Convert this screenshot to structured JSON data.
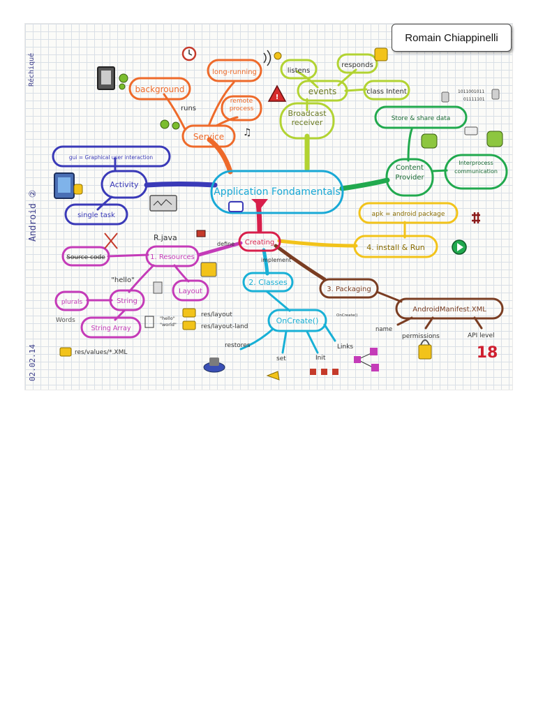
{
  "author": "Romain Chiappinelli",
  "margin": {
    "top_label": "Réchiqué",
    "middle_label": "Android ②",
    "date": "02.02.14"
  },
  "center": {
    "label": "Application Fondamentals"
  },
  "service": {
    "label": "Service",
    "background": "background",
    "runs": "runs",
    "long_running": "long-running",
    "remote_process": "remote process"
  },
  "broadcast": {
    "label": "Broadcast receiver",
    "events": "events",
    "listens": "listens",
    "responds": "responds",
    "class_intent": "class Intent"
  },
  "content_provider": {
    "label": "Content Provider",
    "store_share": "Store & share data",
    "interprocess": "Interprocess communication",
    "binary_1": "1011001011",
    "binary_2": "01111101"
  },
  "activity": {
    "label": "Activity",
    "gui": "gui = Graphical user interaction",
    "single_task": "single task"
  },
  "creating": {
    "label": "Creating",
    "define": "define",
    "implement": "implement",
    "resources": "1. Resources",
    "classes": "2. Classes",
    "packaging": "3. Packaging",
    "install_run": "4. install & Run",
    "apk": "apk = android package"
  },
  "resources": {
    "rjava": "R.java",
    "source_code": "Source code",
    "hello": "\"hello\"",
    "string": "String",
    "layout": "Layout",
    "plurals": "plurals",
    "words": "Words",
    "string_array": "String Array",
    "hello_mini": "\"hello\"",
    "world_mini": "\"world\"",
    "res_layout": "res/layout",
    "res_layout_land": "res/layout-land",
    "res_values": "res/values/*.XML"
  },
  "classes": {
    "oncreate": "OnCreate()",
    "oncreate_small": "OnCreate()",
    "restores": "restores",
    "set": "set",
    "init": "Init",
    "links": "Links"
  },
  "packaging": {
    "manifest": "AndroidManifest.XML",
    "name": "name",
    "permissions": "permissions",
    "api_level": "API level",
    "api_number": "18"
  },
  "colors": {
    "center": "#19a9d6",
    "service": "#ee6a2a",
    "broadcast": "#b2d332",
    "content": "#21a94e",
    "activity": "#3a3ab8",
    "creating": "#d81f4b",
    "resources": "#c43bb8",
    "classes": "#18b0d6",
    "packaging": "#7a3d22",
    "install": "#f2c31a"
  }
}
